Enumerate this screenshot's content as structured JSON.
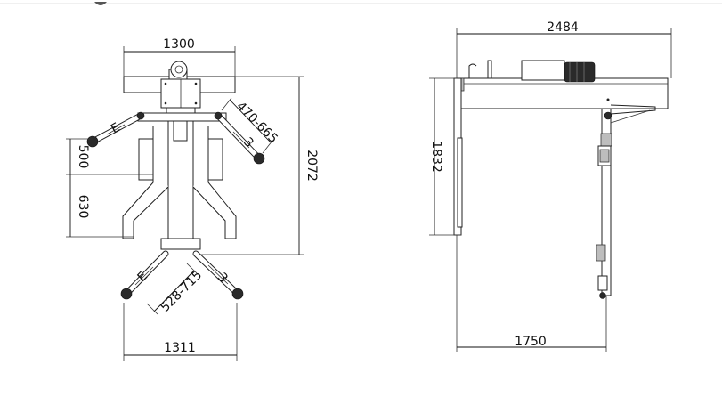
{
  "dimensions": {
    "top_width": "1300",
    "arm_reach_upper": "470-665",
    "upper_offset": "500",
    "lower_offset": "630",
    "total_height": "2072",
    "arm_reach_lower": "528-715",
    "bottom_width": "1311",
    "side_length": "2484",
    "side_height": "1832",
    "side_depth": "1750"
  },
  "arm_labels": {
    "upper_left": "E",
    "upper_right": "3",
    "lower_left": "E",
    "lower_right": "3"
  }
}
